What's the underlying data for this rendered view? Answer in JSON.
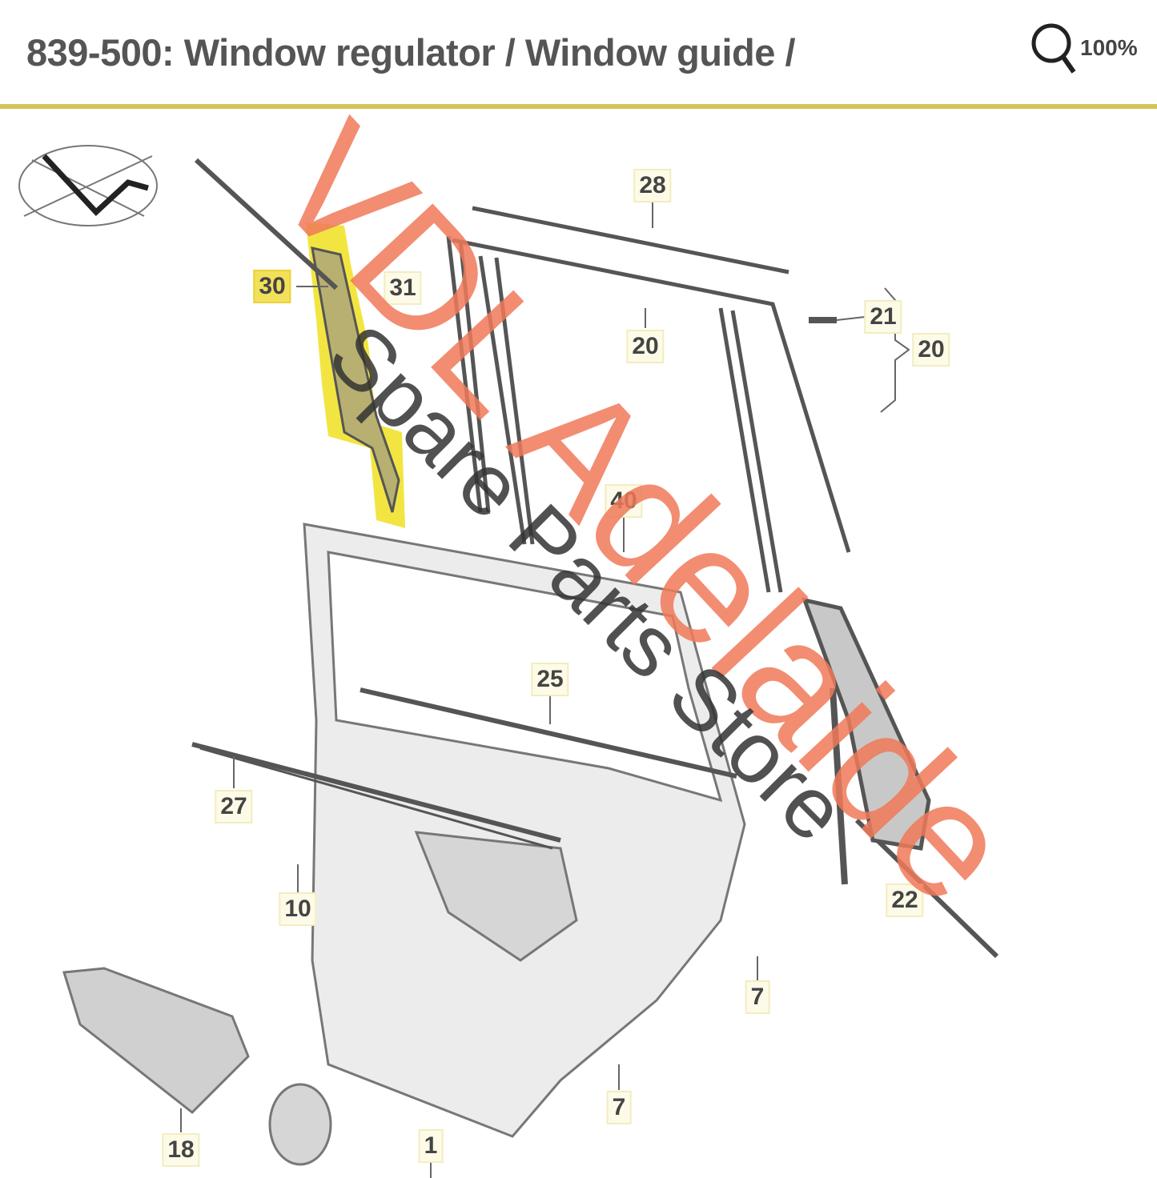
{
  "header": {
    "title": "839-500: Window regulator / Window guide /",
    "zoom_label": "100%"
  },
  "diagram": {
    "callouts": [
      {
        "label": "28",
        "highlighted": false
      },
      {
        "label": "30",
        "highlighted": true
      },
      {
        "label": "31",
        "highlighted": false
      },
      {
        "label": "21",
        "highlighted": false
      },
      {
        "label": "20",
        "highlighted": false
      },
      {
        "label": "20",
        "highlighted": false
      },
      {
        "label": "40",
        "highlighted": false
      },
      {
        "label": "25",
        "highlighted": false
      },
      {
        "label": "27",
        "highlighted": false
      },
      {
        "label": "10",
        "highlighted": false
      },
      {
        "label": "22",
        "highlighted": false
      },
      {
        "label": "7",
        "highlighted": false
      },
      {
        "label": "7",
        "highlighted": false
      },
      {
        "label": "18",
        "highlighted": false
      },
      {
        "label": "1",
        "highlighted": false
      }
    ],
    "highlight_color": "#f2e05a"
  },
  "watermark": {
    "line1": "VDL Adelaide",
    "line2": "Spare Parts Store"
  }
}
